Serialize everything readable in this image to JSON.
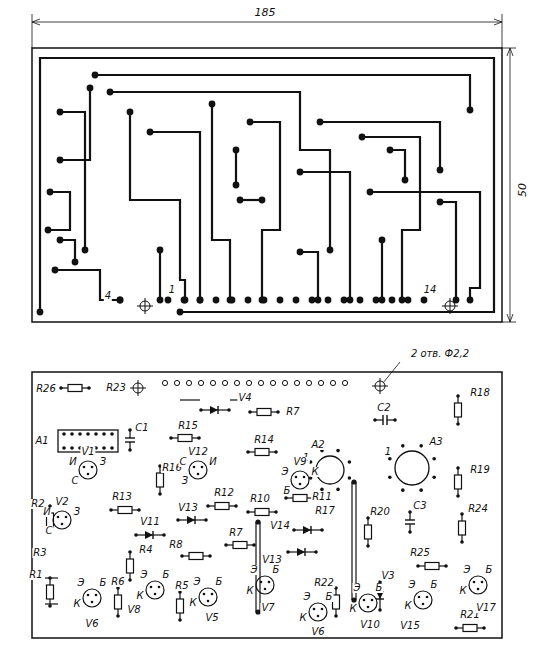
{
  "diagram": {
    "labels": [
      "185",
      "50",
      "4",
      "1",
      "14",
      "2 отв. Ф2,2",
      "R26",
      "R23",
      "V4",
      "R7",
      "R18",
      "A1",
      "C1",
      "R15",
      "R14",
      "A2",
      "C2",
      "A3",
      "1",
      "1",
      "V1",
      "R16",
      "V12",
      "V9",
      "R19",
      "R2",
      "R13",
      "R12",
      "R10",
      "R11",
      "V2",
      "V11",
      "V13",
      "R17",
      "V14",
      "R20",
      "C3",
      "R24",
      "R3",
      "R4",
      "R8",
      "R7",
      "V13",
      "R25",
      "V3",
      "R1",
      "R6",
      "R5",
      "R22",
      "V8",
      "V5",
      "V7",
      "V6",
      "V6",
      "V10",
      "V15",
      "R21",
      "V17",
      "И",
      "З",
      "С",
      "И",
      "З",
      "С",
      "С",
      "И",
      "З",
      "Э",
      "К",
      "Б",
      "Э",
      "Б",
      "К",
      "Э",
      "Б",
      "К",
      "Э",
      "Б",
      "К",
      "Э",
      "Б",
      "К",
      "Э",
      "Б",
      "К",
      "Э",
      "Б",
      "К",
      "Э",
      "Б",
      "К",
      "Э",
      "Б",
      "К"
    ]
  }
}
